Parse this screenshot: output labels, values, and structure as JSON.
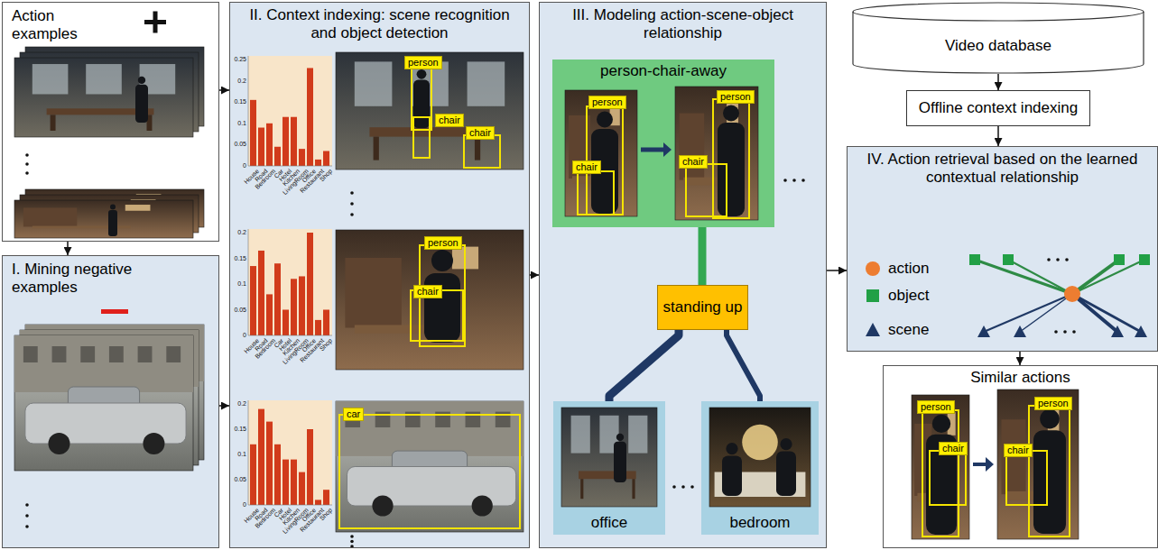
{
  "diagram": {
    "nodes": [
      {
        "text": [
          "Action examples"
        ]
      },
      {
        "text": [
          "I. Mining negative examples"
        ]
      },
      {
        "text": [
          "II. Context indexing: scene recognition and object detection"
        ]
      },
      {
        "text": [
          "III. Modeling action-scene-object relationship"
        ]
      },
      {
        "text": [
          "person-chair-away"
        ],
        "in": 3
      },
      {
        "text": [
          "standing up"
        ],
        "in": 3
      },
      {
        "text": [
          "office"
        ],
        "in": 3
      },
      {
        "text": [
          "bedroom"
        ],
        "in": 3
      },
      {
        "text": [
          "Video database"
        ]
      },
      {
        "text": [
          "Offline context indexing"
        ]
      },
      {
        "text": [
          "IV. Action retrieval based on the learned contextual relationship"
        ]
      },
      {
        "text": [
          "Similar actions"
        ]
      }
    ],
    "edges": [
      {
        "from": 0,
        "to": 1,
        "arrow": "to"
      },
      {
        "from": 0,
        "to": 2,
        "arrow": "to"
      },
      {
        "from": 1,
        "to": 2,
        "arrow": "to"
      },
      {
        "from": 2,
        "to": 3,
        "arrow": "to"
      },
      {
        "from": 5,
        "to": 4,
        "arrow": "none"
      },
      {
        "from": 5,
        "to": 6,
        "arrow": "none"
      },
      {
        "from": 5,
        "to": 7,
        "arrow": "none"
      },
      {
        "from": 3,
        "to": 10,
        "arrow": "to"
      },
      {
        "from": 8,
        "to": 9,
        "arrow": "to"
      },
      {
        "from": 9,
        "to": 10,
        "arrow": "to"
      },
      {
        "from": 10,
        "to": 11,
        "arrow": "to"
      }
    ],
    "labels": [
      "0.25",
      "0.2",
      "0.15",
      "0.1",
      "0.05",
      "0",
      "House",
      "Road",
      "Bedroom",
      "Car",
      "Hotel",
      "Kitchen",
      "LivingRoom",
      "Office",
      "Restaurant",
      "Shop",
      "person",
      "chair",
      "chair",
      "0.2",
      "0.15",
      "0.1",
      "0.05",
      "0",
      "House",
      "Road",
      "Bedroom",
      "Car",
      "Hotel",
      "Kitchen",
      "LivingRoom",
      "Office",
      "Restaurant",
      "Shop",
      "person",
      "chair",
      "0.2",
      "0.15",
      "0.1",
      "0.05",
      "0",
      "House",
      "Road",
      "Bedroom",
      "Car",
      "Hotel",
      "Kitchen",
      "LivingRoom",
      "Office",
      "Restaurant",
      "Shop",
      "car",
      "person",
      "chair",
      "person",
      "chair",
      "person",
      "chair",
      "person",
      "chair"
    ],
    "legend": [
      {
        "text": "action"
      },
      {
        "text": "object"
      },
      {
        "text": "scene"
      }
    ]
  }
}
